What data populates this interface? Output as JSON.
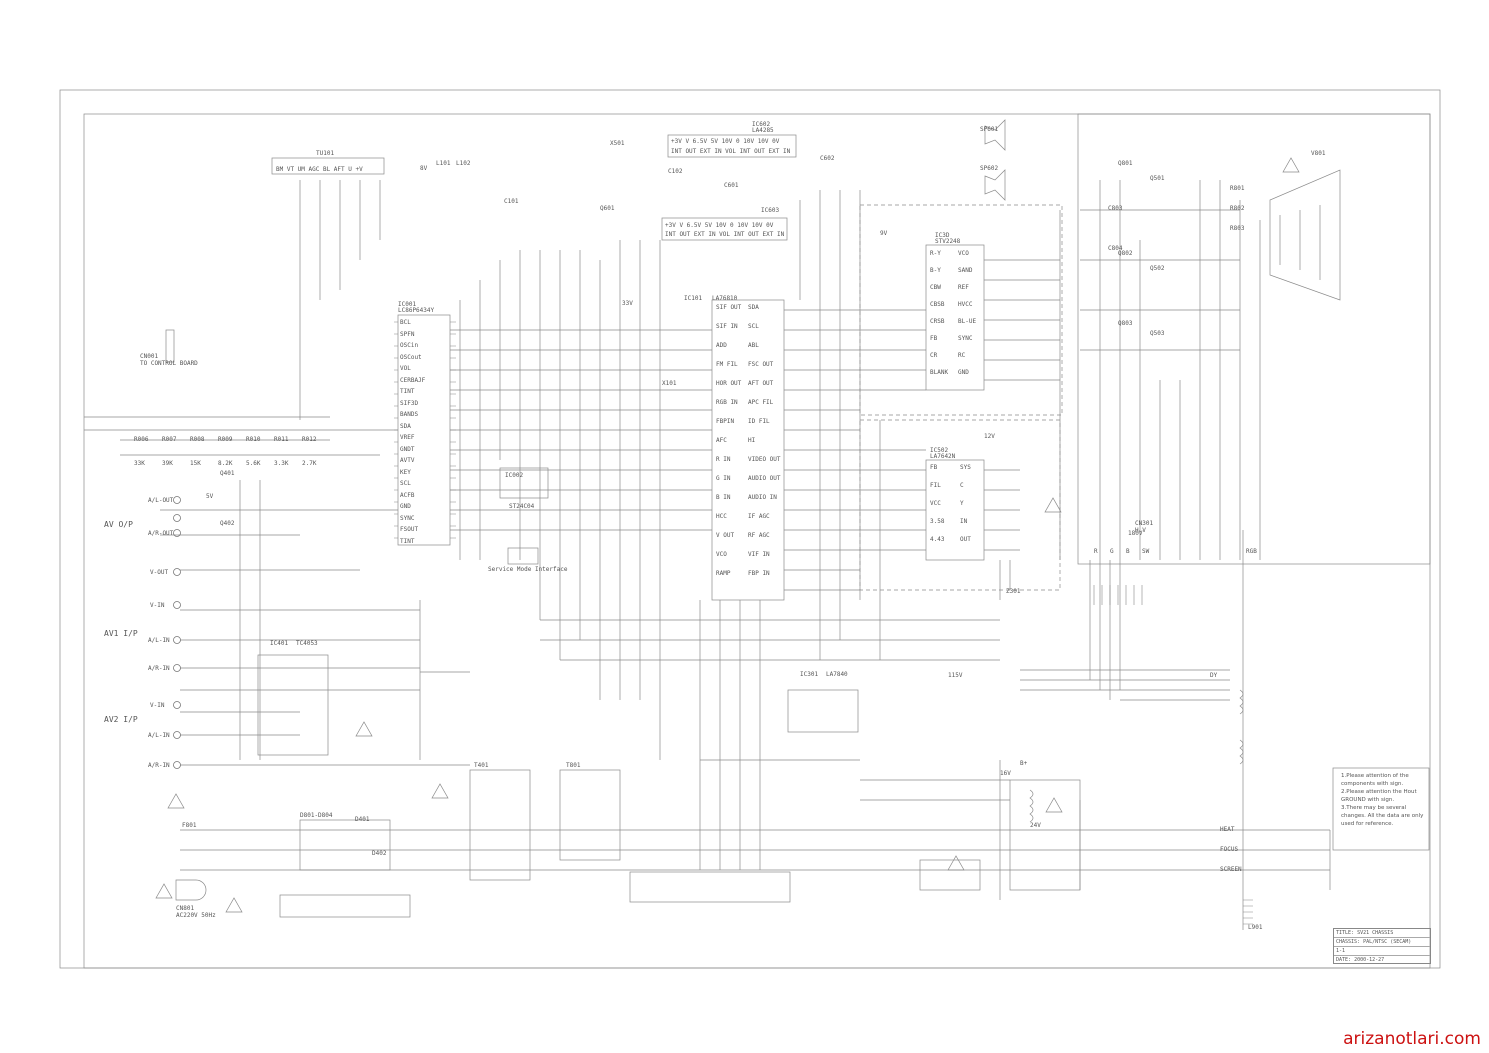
{
  "schematic": {
    "tuner_label": "TU101",
    "tuner_pins": "BM VT UM AGC BL AFT U +V",
    "audio_ic_label": "IC602",
    "audio_ic_part": "LA4285",
    "audio_ic2_label": "IC603",
    "audio_pins_top": "+3V V 6.5V 5V 10V 0 10V 10V 0V",
    "audio_pins_bottom": "INT OUT EXT IN VOL INT OUT EXT IN",
    "speaker1": "SP601",
    "speaker2": "SP602",
    "crt_label": "V801",
    "mcu_label": "IC001",
    "mcu_part": "LC86P6434Y",
    "mcu_pins_left": [
      "BCL",
      "SPFN",
      "OSCin",
      "OSCout",
      "VOL",
      "CERBAJF",
      "TINT",
      "SIF3D",
      "BANDS",
      "SDA",
      "VREF",
      "GNDT",
      "AVTV",
      "KEY",
      "SCL",
      "ACFB",
      "GND",
      "SYNC",
      "FSOUT",
      "TINT"
    ],
    "main_ic_label": "IC101",
    "main_ic_part": "LA76810",
    "main_ic_pins": [
      "SIF OUT",
      "SIF IN",
      "ADD",
      "FM FIL",
      "HOR OUT",
      "RGB IN",
      "FBPIN",
      "AFC",
      "R IN",
      "G IN",
      "B IN",
      "HCC",
      "V OUT",
      "VCO",
      "RAMP",
      "SDA",
      "SCL",
      "ABL",
      "FSC OUT",
      "AFT OUT",
      "APC FIL",
      "ID FIL",
      "HI",
      "VIDEO OUT",
      "AUDIO OUT",
      "AUDIO IN",
      "IF AGC",
      "RF AGC",
      "VIF IN",
      "FBP IN"
    ],
    "chroma_ic_label": "IC3D",
    "chroma_ic_part": "STV2248",
    "chroma_pins": [
      "R-Y",
      "B-Y",
      "CBW",
      "CBSB",
      "CRSB",
      "FB",
      "CR",
      "BLANK",
      "VCO",
      "SAND",
      "REF",
      "HVCC",
      "BL-UE",
      "SYNC",
      "RC",
      "GND"
    ],
    "delay_ic_label": "IC502",
    "delay_ic_part": "LA7642N",
    "delay_pins": [
      "FB",
      "FIL",
      "VCC",
      "3.58",
      "4.43",
      "SYS",
      "C",
      "Y",
      "IN",
      "OUT"
    ],
    "vert_ic_label": "IC301",
    "vert_ic_part": "LA7840",
    "eeprom_label": "IC002",
    "eeprom_part": "ST24C04",
    "switch_ic_label": "IC401",
    "switch_ic_part": "TC4053",
    "service_label": "Service Mode Interface",
    "control_board": "CN001",
    "control_board_text": "TO CONTROL BOARD",
    "av_out": "AV O/P",
    "av1_in": "AV1 I/P",
    "av2_in": "AV2 I/P",
    "jack_labels": [
      "A/L-OUT",
      "A/R-OUT",
      "V-OUT",
      "V-IN",
      "A/L-IN",
      "A/R-IN",
      "V-IN",
      "A/L-IN",
      "A/R-IN"
    ],
    "resistor_chain": [
      "R006",
      "R007",
      "R008",
      "R009",
      "R010",
      "R011",
      "R012"
    ],
    "resistor_values": [
      "33K",
      "39K",
      "15K",
      "8.2K",
      "5.6K",
      "3.3K",
      "2.7K"
    ],
    "flyback_label": "T401",
    "power_transformer": "T801",
    "power_cord": "CN801",
    "fuse": "F801",
    "mains": "AC220V 50Hz",
    "bridge": "D801-D804",
    "degauss": "L901",
    "yoke_label": "DY",
    "connector_cn301": "CN301",
    "cn301_text": "H.V",
    "heater": "HEAT",
    "focus": "FOCUS",
    "screen": "SCREEN",
    "b_plus": "B+",
    "voltages": [
      "12V",
      "5V",
      "8V",
      "115V",
      "33V",
      "180V",
      "9V",
      "24V",
      "16V"
    ],
    "bus_labels": [
      "RGB",
      "R",
      "G",
      "B",
      "SW"
    ],
    "misc_parts": [
      "Q801",
      "Q802",
      "Q803",
      "Q501",
      "Q502",
      "Q503",
      "Q601",
      "Q401",
      "Q402",
      "L101",
      "L102",
      "X101",
      "X501",
      "C101",
      "C102",
      "C601",
      "C602",
      "C803",
      "C804",
      "R801",
      "R802",
      "R803",
      "D401",
      "D402",
      "Z301"
    ]
  },
  "notes": {
    "items": [
      "1.Please attention of the components with sign.",
      "2.Please attention the Hout GROUND with sign.",
      "3.There may be several changes. All the data are only used for reference."
    ]
  },
  "title_block": {
    "title_label": "TITLE:",
    "title_value": "SV21 CHASSIS",
    "chassis_label": "CHASSIS:",
    "chassis_value": "PAL/NTSC (SECAM)",
    "sheet": "1-1",
    "date_label": "DATE:",
    "date_value": "2000-12-27"
  },
  "watermark": "arizanotlari.com"
}
